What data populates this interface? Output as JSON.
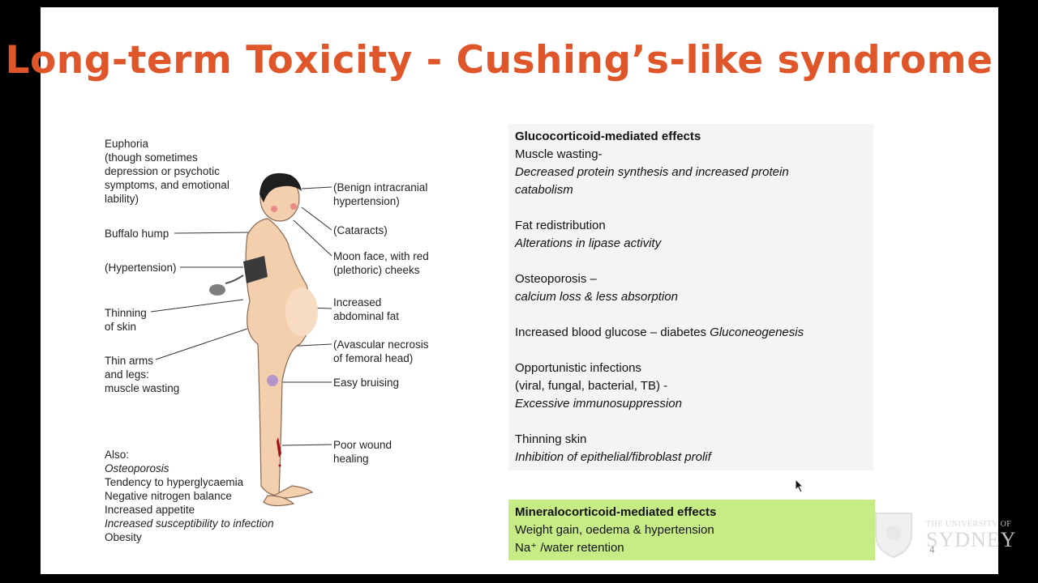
{
  "slide": {
    "title": "Long-term Toxicity - Cushing’s-like syndrome",
    "page_number": "4"
  },
  "figure": {
    "left_labels": {
      "euphoria": [
        "Euphoria",
        "(though sometimes",
        "depression or psychotic",
        "symptoms, and emotional",
        "lability)"
      ],
      "buffalo_hump": "Buffalo hump",
      "hypertension": "(Hypertension)",
      "thinning_skin": [
        "Thinning",
        "of skin"
      ],
      "thin_arms": [
        "Thin arms",
        "and legs:",
        "muscle wasting"
      ]
    },
    "right_labels": {
      "intracranial": [
        "(Benign intracranial",
        "hypertension)"
      ],
      "cataracts": "(Cataracts)",
      "moon_face": [
        "Moon face, with red",
        "(plethoric) cheeks"
      ],
      "abdominal_fat": [
        "Increased",
        "abdominal fat"
      ],
      "femoral": [
        "(Avascular necrosis",
        "of femoral head)"
      ],
      "bruising": "Easy bruising",
      "wound": [
        "Poor wound",
        "healing"
      ]
    },
    "also": {
      "heading": "Also:",
      "items": [
        {
          "text": "Osteoporosis",
          "italic": true
        },
        {
          "text": "Tendency to hyperglycaemia",
          "italic": false
        },
        {
          "text": "Negative nitrogen balance",
          "italic": false
        },
        {
          "text": "Increased appetite",
          "italic": false
        },
        {
          "text": "Increased susceptibility to infection",
          "italic": true
        },
        {
          "text": "Obesity",
          "italic": false
        }
      ]
    }
  },
  "glucocorticoid_box": {
    "heading": "Glucocorticoid-mediated effects",
    "muscle": "Muscle wasting-",
    "muscle_detail_1": "Decreased protein synthesis and increased protein",
    "muscle_detail_2": "catabolism",
    "fat": "Fat redistribution",
    "fat_detail": "Alterations in lipase activity",
    "osteo": "Osteoporosis –",
    "osteo_detail": "calcium loss & less absorption",
    "glucose_plain": "Increased blood glucose – diabetes ",
    "glucose_italic": "Gluconeogenesis",
    "infection": "Opportunistic infections",
    "infection_types": "(viral, fungal, bacterial, TB) -",
    "infection_detail": "Excessive immunosuppression",
    "skin": "Thinning skin",
    "skin_detail": "Inhibition of epithelial/fibroblast prolif"
  },
  "mineralocorticoid_box": {
    "heading": "Mineralocorticoid-mediated effects",
    "line1": "Weight gain, oedema & hypertension",
    "line2": "Na⁺ /water retention"
  },
  "logo": {
    "line1": "THE UNIVERSITY OF",
    "line2": "SYDNEY"
  },
  "colors": {
    "title": "#e0562b",
    "green_box": "#c7ec86",
    "gray_box": "#f4f4f4"
  }
}
